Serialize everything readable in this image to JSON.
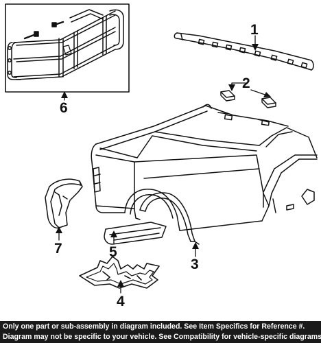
{
  "diagram": {
    "callouts": {
      "c1": "1",
      "c2": "2",
      "c3": "3",
      "c4": "4",
      "c5": "5",
      "c6": "6",
      "c7": "7"
    }
  },
  "footer": {
    "line1": "Only one part or sub-assembly in diagram included. See Item Specifics for Reference #.",
    "line2": "Diagram may not be specific to your vehicle. See Compatibility for vehicle-specific diagrams.",
    "background_color": "#1a1a1a",
    "text_color": "#ffffff"
  }
}
